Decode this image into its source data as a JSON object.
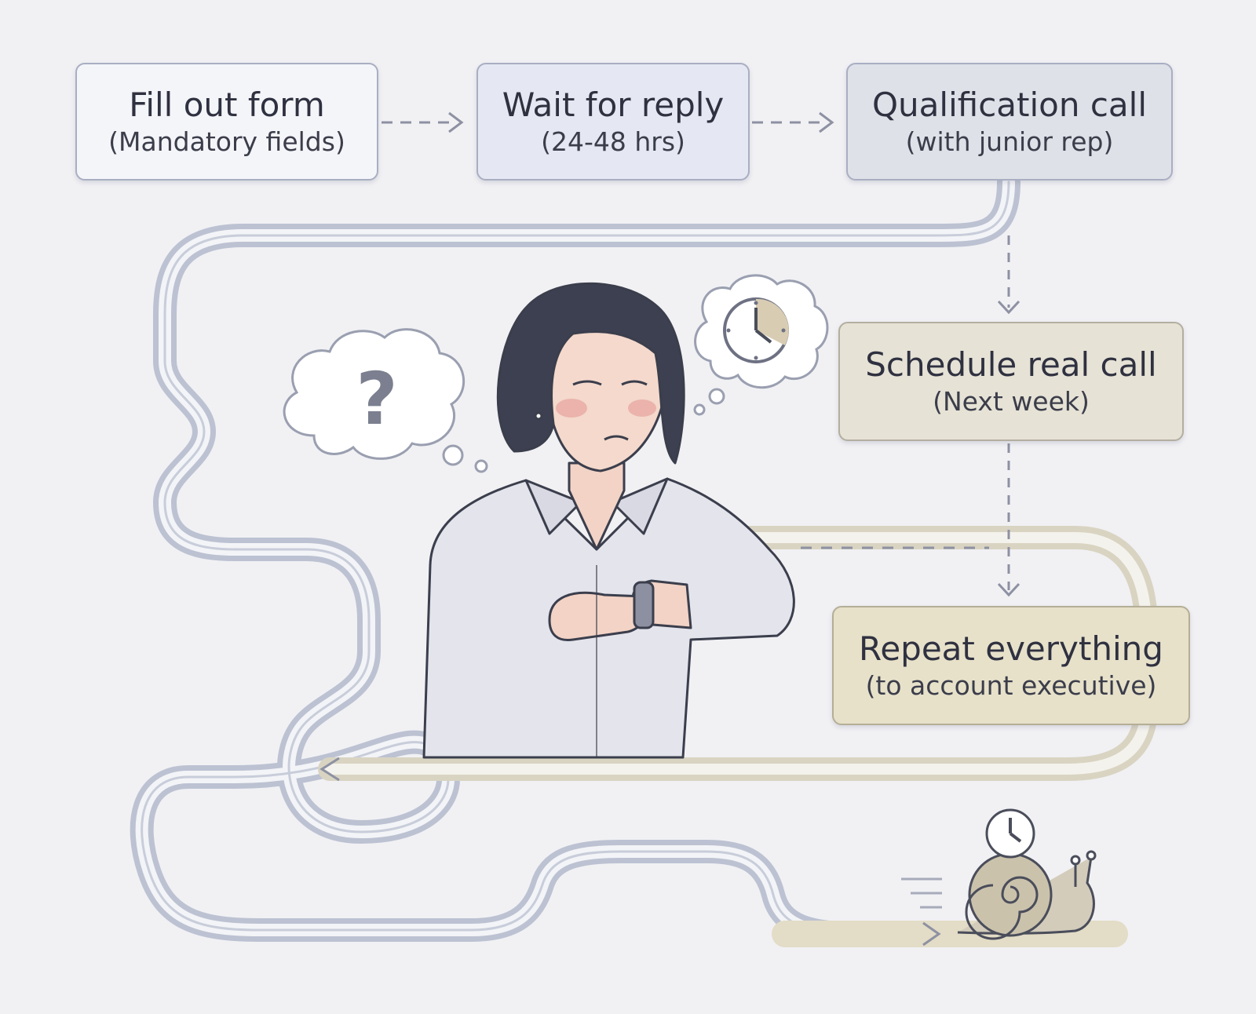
{
  "steps": [
    {
      "title": "Fill out form",
      "subtitle": "(Mandatory fields)"
    },
    {
      "title": "Wait for reply",
      "subtitle": "(24-48 hrs)"
    },
    {
      "title": "Qualification call",
      "subtitle": "(with junior rep)"
    },
    {
      "title": "Schedule real call",
      "subtitle": "(Next week)"
    },
    {
      "title": "Repeat everything",
      "subtitle": "(to account executive)"
    }
  ],
  "thought_bubbles": [
    {
      "icon": "question-mark-icon",
      "text": "?"
    },
    {
      "icon": "clock-icon"
    }
  ],
  "colors": {
    "path_blue": "#bcc2d2",
    "path_tan": "#d9d4c2",
    "box_border": "#a9aec2",
    "figure_shirt": "#e4e4ec",
    "hair": "#3d4050"
  }
}
